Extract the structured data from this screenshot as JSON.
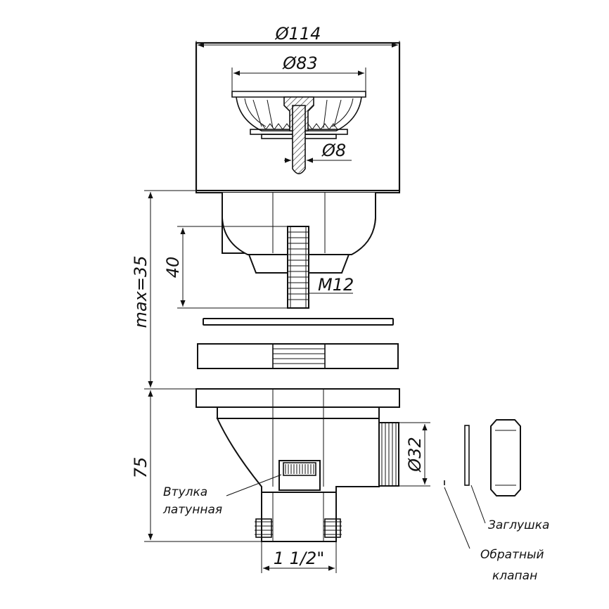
{
  "dimensions": {
    "outer_diameter": "Ø114",
    "basket_diameter": "Ø83",
    "stem_diameter": "Ø8",
    "max_thickness": "max=35",
    "screw_length": "40",
    "screw_thread": "M12",
    "body_height": "75",
    "outlet_diameter": "Ø32",
    "drain_thread": "1 1/2\""
  },
  "labels": {
    "brass_bushing_line1": "Втулка",
    "brass_bushing_line2": "латунная",
    "plug": "Заглушка",
    "check_valve_line1": "Обратный",
    "check_valve_line2": "клапан"
  }
}
